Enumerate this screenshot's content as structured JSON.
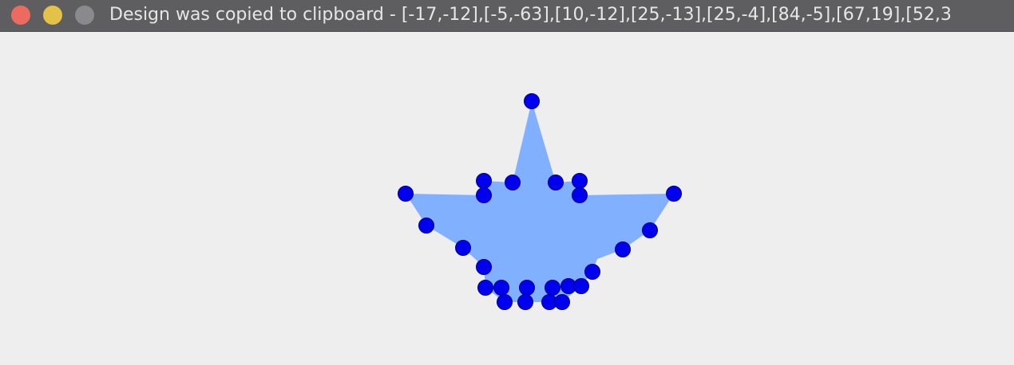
{
  "window": {
    "title": "Design was copied to clipboard - [-17,-12],[-5,-63],[10,-12],[25,-13],[25,-4],[84,-5],[67,19],[52,3"
  },
  "colors": {
    "polygon_fill": "#80b0ff",
    "handle_fill": "#0000ee",
    "handle_stroke": "#000088",
    "close": "#ed6a5e",
    "minimize": "#e3c247",
    "zoom": "#8a8a8e"
  },
  "design": {
    "outline": [
      [
        -17,
        -12
      ],
      [
        -5,
        -63
      ],
      [
        10,
        -12
      ],
      [
        25,
        -13
      ],
      [
        25,
        -4
      ],
      [
        84,
        -5
      ],
      [
        67,
        19
      ],
      [
        52,
        3
      ]
    ],
    "handles": [
      [
        -5,
        -63
      ],
      [
        -17,
        -12
      ],
      [
        10,
        -12
      ],
      [
        -35,
        -13
      ],
      [
        -35,
        -4
      ],
      [
        25,
        -13
      ],
      [
        25,
        -4
      ],
      [
        -84,
        -5
      ],
      [
        84,
        -5
      ],
      [
        -71,
        15
      ],
      [
        69,
        18
      ],
      [
        -48,
        29
      ],
      [
        52,
        30
      ],
      [
        -35,
        41
      ],
      [
        33,
        44
      ],
      [
        -34,
        54
      ],
      [
        -24,
        54
      ],
      [
        -8,
        54
      ],
      [
        8,
        54
      ],
      [
        18,
        53
      ],
      [
        26,
        53
      ],
      [
        -22,
        63
      ],
      [
        -9,
        63
      ],
      [
        6,
        63
      ],
      [
        14,
        63
      ]
    ]
  },
  "icons": {
    "close": "close-icon",
    "minimize": "minimize-icon",
    "zoom": "zoom-icon"
  }
}
